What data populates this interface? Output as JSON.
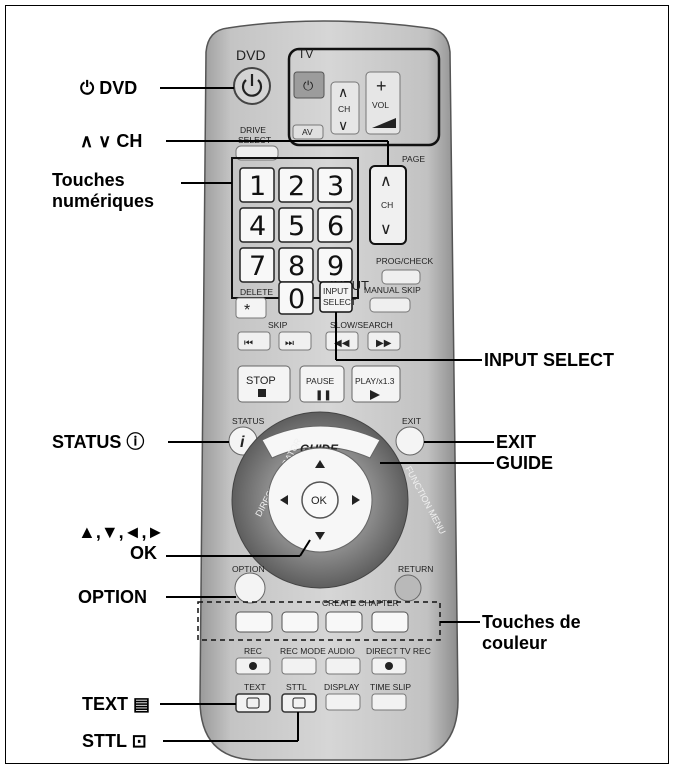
{
  "callouts": {
    "power_dvd": "⏻ DVD",
    "ch": "∧ ∨ CH",
    "numeric_line1": "Touches",
    "numeric_line2": "numériques",
    "status": "STATUS ⓘ",
    "arrows": "▲,▼,◄,►",
    "ok": "OK",
    "option": "OPTION",
    "text": "TEXT ▤",
    "sttl": "STTL ⊡",
    "input_select": "INPUT SELECT",
    "exit": "EXIT",
    "guide": "GUIDE",
    "color_line1": "Touches de",
    "color_line2": "couleur"
  },
  "remote": {
    "dvd_label": "DVD",
    "tv_label": "TV",
    "drive_select_1": "DRIVE",
    "drive_select_2": "SELECT",
    "av": "AV",
    "ch_small": "CH",
    "vol_plus": "+",
    "vol": "VOL",
    "page": "PAGE",
    "ch_side": "CH",
    "digits": [
      "1",
      "2",
      "3",
      "4",
      "5",
      "6",
      "7",
      "8",
      "9",
      "0"
    ],
    "delete": "DELETE",
    "asterisk": "*",
    "input_1": "INPUT",
    "input_2": "SELECT",
    "prog_check": "PROG/CHECK",
    "manual_skip": "MANUAL SKIP",
    "skip": "SKIP",
    "slow_search": "SLOW/SEARCH",
    "stop": "STOP",
    "pause": "PAUSE",
    "play": "PLAY/x1.3",
    "status": "STATUS",
    "exit": "EXIT",
    "guide": "GUIDE",
    "direct_navigator": "DIRECT NAVIGATOR",
    "function_menu": "FUNCTION MENU",
    "ok": "OK",
    "option": "OPTION",
    "return": "RETURN",
    "create_chapter": "CREATE CHAPTER",
    "rec": "REC",
    "rec_mode": "REC MODE",
    "audio": "AUDIO",
    "direct_tv_rec": "DIRECT TV REC",
    "text": "TEXT",
    "sttl": "STTL",
    "display": "DISPLAY",
    "time_slip": "TIME SLIP",
    "colors": {
      "body": "#c9c9c9",
      "body_dark": "#8f8f8f",
      "ring": "#6f6f6f",
      "button": "#f2f2f2",
      "power": "#d2d2d2"
    }
  }
}
